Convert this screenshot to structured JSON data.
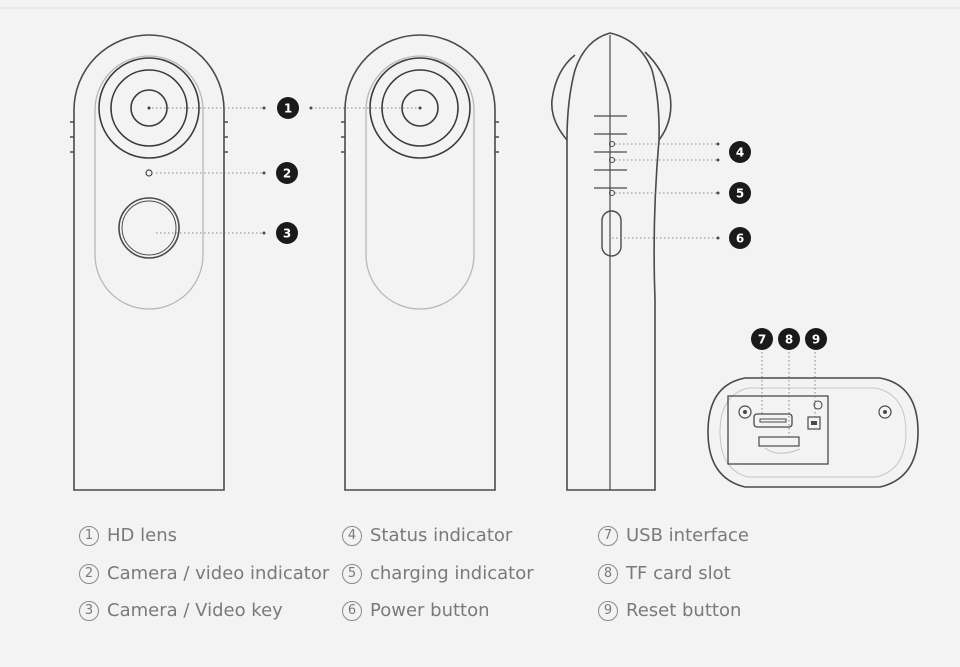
{
  "callouts": [
    "1",
    "2",
    "3",
    "4",
    "5",
    "6",
    "7",
    "8",
    "9"
  ],
  "legend": [
    {
      "num": "1",
      "label": "HD lens"
    },
    {
      "num": "2",
      "label": "Camera / video indicator"
    },
    {
      "num": "3",
      "label": "Camera / Video key"
    },
    {
      "num": "4",
      "label": "Status indicator"
    },
    {
      "num": "5",
      "label": "charging indicator"
    },
    {
      "num": "6",
      "label": "Power button"
    },
    {
      "num": "7",
      "label": "USB interface"
    },
    {
      "num": "8",
      "label": "TF card slot"
    },
    {
      "num": "9",
      "label": "Reset button"
    }
  ],
  "colors": {
    "background": "#f3f3f3",
    "line": "#4a4a4a",
    "callout_fill": "#1a1a1a",
    "legend_text": "#7a7a7a"
  }
}
